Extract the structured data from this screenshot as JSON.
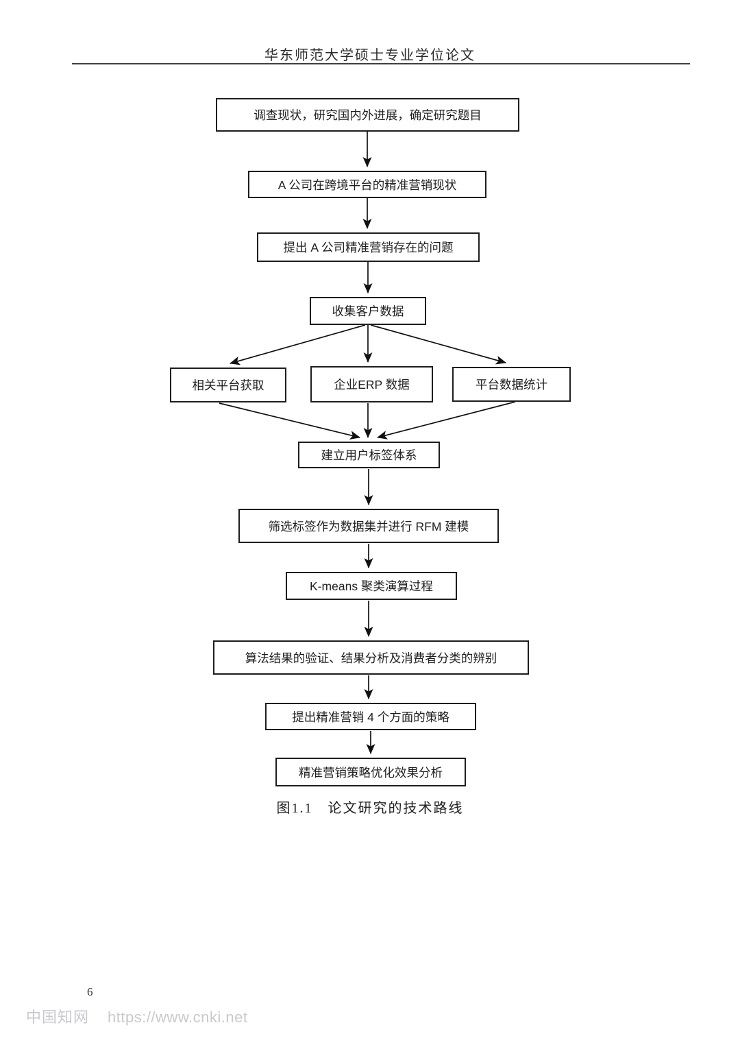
{
  "page": {
    "header": "华东师范大学硕士专业学位论文",
    "page_number": "6",
    "watermark": {
      "brand": "中国知网",
      "url": "https://www.cnki.net",
      "color": "#c7c9cc"
    }
  },
  "figure": {
    "caption": "图1.1　论文研究的技术路线",
    "type": "flowchart",
    "line_color": "#111111",
    "nodes": [
      {
        "id": "survey",
        "label": "调查现状，研究国内外进展，确定研究题目"
      },
      {
        "id": "status",
        "label": "A 公司在跨境平台的精准营销现状"
      },
      {
        "id": "problems",
        "label": "提出 A 公司精准营销存在的问题"
      },
      {
        "id": "collect",
        "label": "收集客户数据"
      },
      {
        "id": "platform-acquire",
        "label": "相关平台获取"
      },
      {
        "id": "erp-data",
        "label": "企业ERP 数据"
      },
      {
        "id": "platform-stats",
        "label": "平台数据统计"
      },
      {
        "id": "tag-system",
        "label": "建立用户标签体系"
      },
      {
        "id": "rfm",
        "label": "筛选标签作为数据集并进行 RFM 建模"
      },
      {
        "id": "kmeans",
        "label": "K-means 聚类演算过程"
      },
      {
        "id": "verify",
        "label": "算法结果的验证、结果分析及消费者分类的辨别"
      },
      {
        "id": "strategies",
        "label": "提出精准营销 4 个方面的策略"
      },
      {
        "id": "effect",
        "label": "精准营销策略优化效果分析"
      }
    ],
    "edges": [
      {
        "from": "survey",
        "to": "status"
      },
      {
        "from": "status",
        "to": "problems"
      },
      {
        "from": "problems",
        "to": "collect"
      },
      {
        "from": "collect",
        "to": "platform-acquire"
      },
      {
        "from": "collect",
        "to": "erp-data"
      },
      {
        "from": "collect",
        "to": "platform-stats"
      },
      {
        "from": "platform-acquire",
        "to": "tag-system"
      },
      {
        "from": "erp-data",
        "to": "tag-system"
      },
      {
        "from": "platform-stats",
        "to": "tag-system"
      },
      {
        "from": "tag-system",
        "to": "rfm"
      },
      {
        "from": "rfm",
        "to": "kmeans"
      },
      {
        "from": "kmeans",
        "to": "verify"
      },
      {
        "from": "verify",
        "to": "strategies"
      },
      {
        "from": "strategies",
        "to": "effect"
      }
    ]
  }
}
